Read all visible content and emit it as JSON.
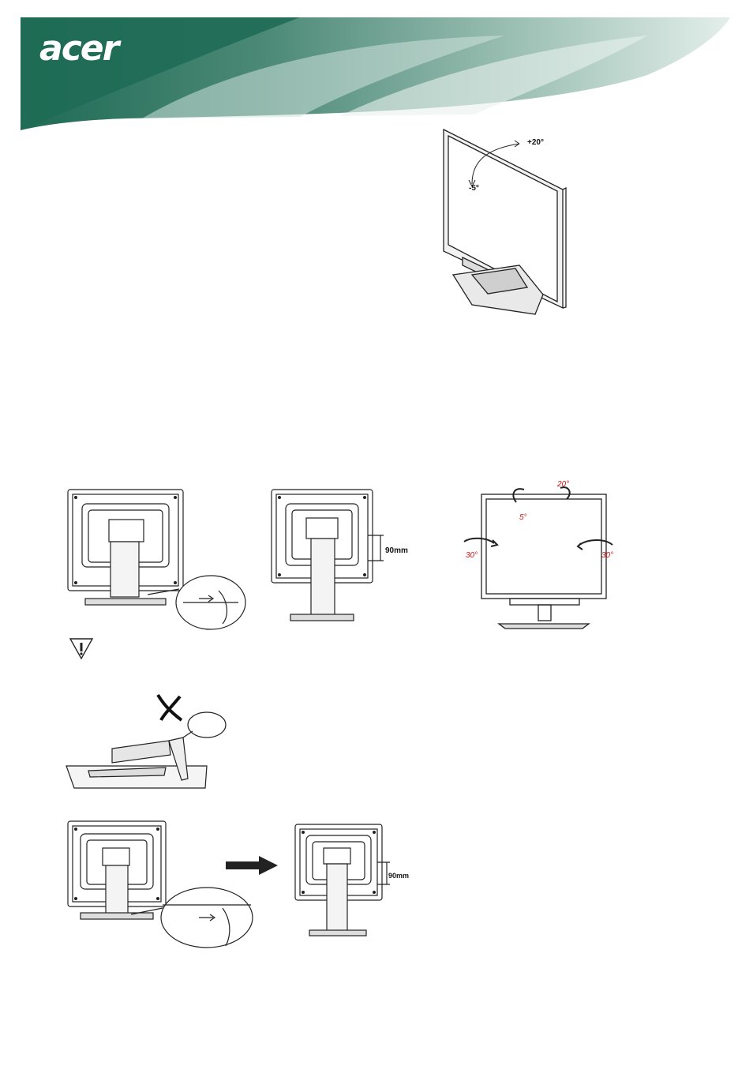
{
  "header": {
    "logo_text": "acer",
    "brand_color": "#1f6b55"
  },
  "tilt_figure": {
    "tilt_up": "+20°",
    "tilt_down": "-5°"
  },
  "height_adjust": {
    "height_label": "90mm"
  },
  "swivel_figure": {
    "tilt_up": "20°",
    "tilt_down": "5°",
    "swivel_left": "30°",
    "swivel_right": "30°",
    "label_color": "#d21414"
  },
  "caution": {
    "icon": "warning-triangle-icon"
  },
  "wrong_figure": {
    "mark": "x-mark-icon"
  },
  "lower_sequence": {
    "height_label": "90mm",
    "arrow": "right-arrow-icon"
  }
}
